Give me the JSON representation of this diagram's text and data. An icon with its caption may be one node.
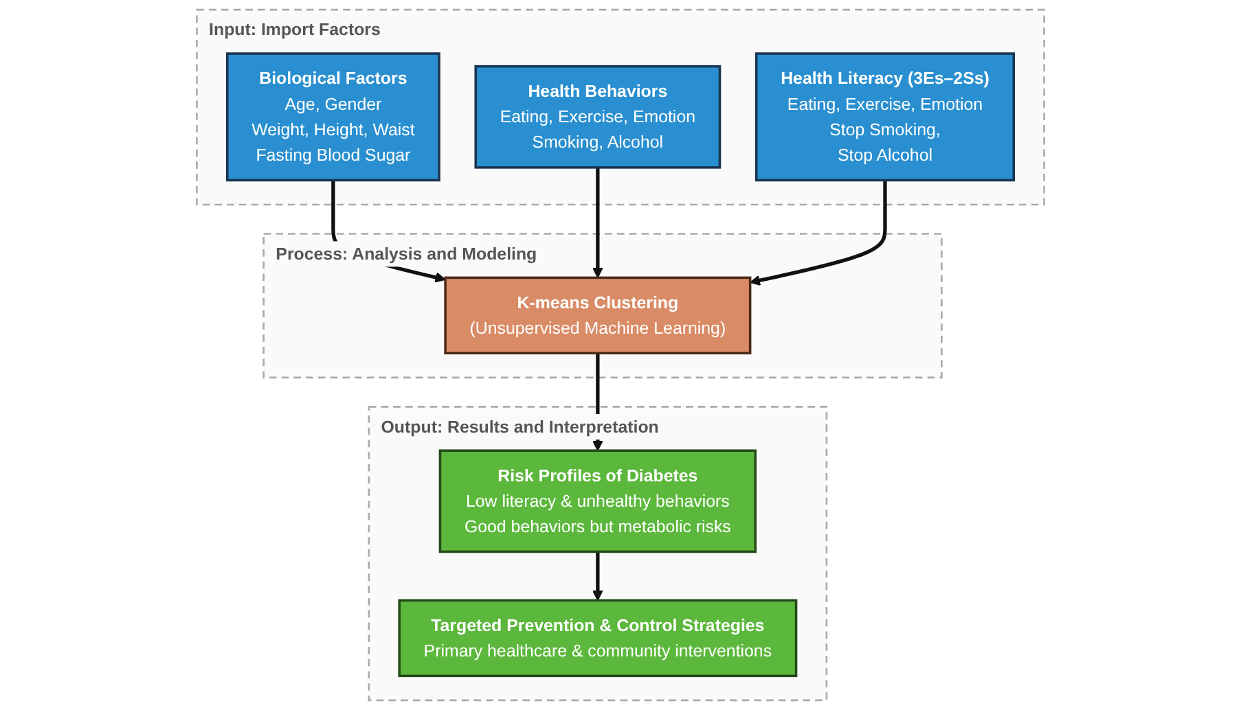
{
  "diagram": {
    "nodes": [
      {
        "text": [
          "Input: Import Factors"
        ]
      },
      {
        "text": [
          "Biological Factors",
          "Age, Gender",
          "Weight, Height, Waist",
          "Fasting Blood Sugar"
        ],
        "in": 0
      },
      {
        "text": [
          "Health Behaviors",
          "Eating, Exercise, Emotion",
          "Smoking, Alcohol"
        ],
        "in": 0
      },
      {
        "text": [
          "Health Literacy (3Es–2Ss)",
          "Eating, Exercise, Emotion",
          "Stop Smoking,",
          "Stop Alcohol"
        ],
        "in": 0
      },
      {
        "text": [
          "Process: Analysis and Modeling"
        ]
      },
      {
        "text": [
          "K-means Clustering",
          "(Unsupervised Machine Learning)"
        ],
        "in": 4
      },
      {
        "text": [
          "Output: Results and Interpretation"
        ]
      },
      {
        "text": [
          "Risk Profiles of Diabetes",
          "Low literacy & unhealthy behaviors",
          "Good behaviors but metabolic risks"
        ],
        "in": 6
      },
      {
        "text": [
          "Targeted Prevention & Control Strategies",
          "Primary healthcare & community interventions"
        ],
        "in": 6
      }
    ],
    "edges": [
      {
        "from": 1,
        "to": 5,
        "arrow": "to"
      },
      {
        "from": 2,
        "to": 5,
        "arrow": "to"
      },
      {
        "from": 3,
        "to": 5,
        "arrow": "to"
      },
      {
        "from": 5,
        "to": 7,
        "arrow": "to"
      },
      {
        "from": 7,
        "to": 8,
        "arrow": "to"
      }
    ]
  }
}
